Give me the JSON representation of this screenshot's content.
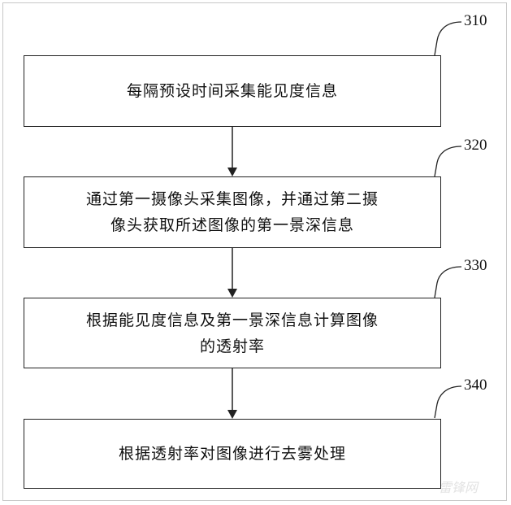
{
  "steps": [
    {
      "number": "310",
      "text_lines": [
        "每隔预设时间采集能见度信息"
      ]
    },
    {
      "number": "320",
      "text_lines": [
        "通过第一摄像头采集图像，并通过第二摄",
        "像头获取所述图像的第一景深信息"
      ]
    },
    {
      "number": "330",
      "text_lines": [
        "根据能见度信息及第一景深信息计算图像",
        "的透射率"
      ]
    },
    {
      "number": "340",
      "text_lines": [
        "根据透射率对图像进行去雾处理"
      ]
    }
  ],
  "watermark": "雷锋网"
}
